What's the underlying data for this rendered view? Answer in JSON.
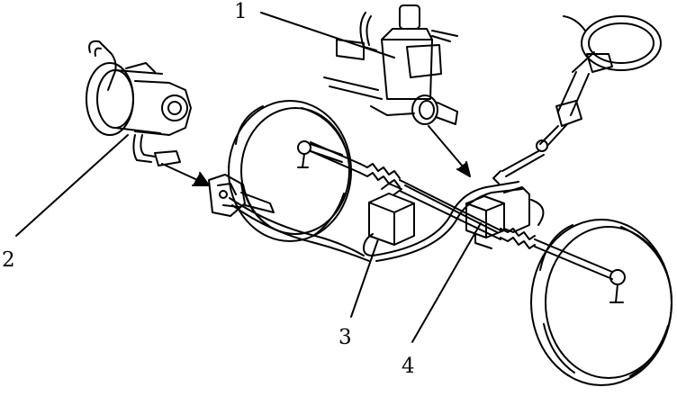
{
  "figure": {
    "callouts": [
      {
        "id": "callout-1",
        "label": "1"
      },
      {
        "id": "callout-2",
        "label": "2"
      },
      {
        "id": "callout-3",
        "label": "3"
      },
      {
        "id": "callout-4",
        "label": "4"
      }
    ],
    "line_color": "#000000",
    "background": "#ffffff"
  }
}
